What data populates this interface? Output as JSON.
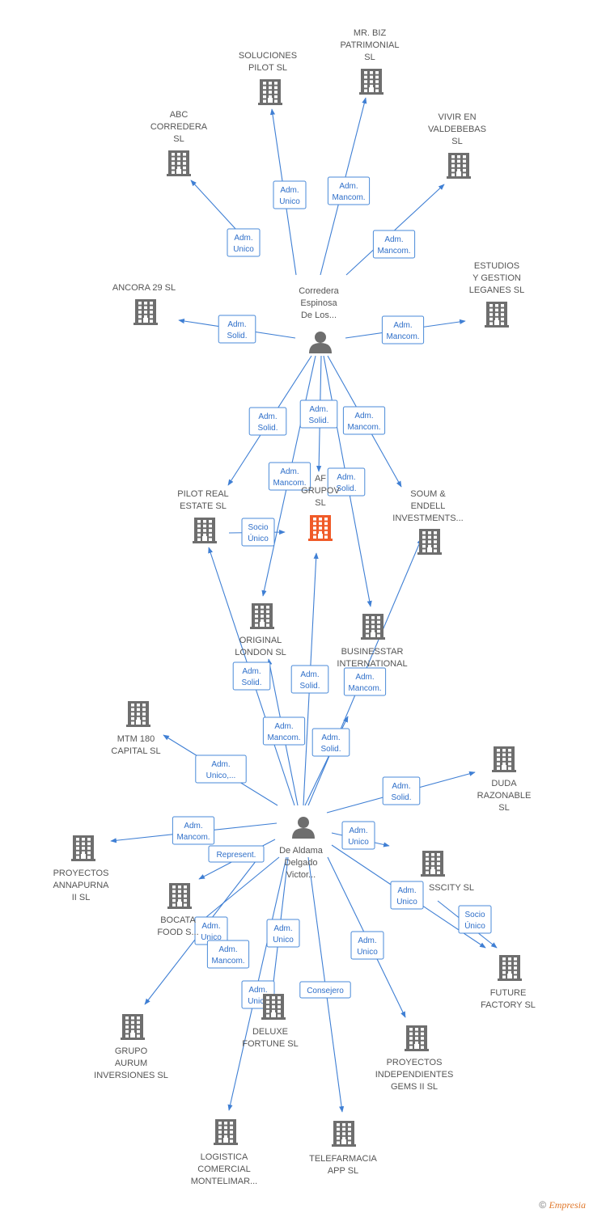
{
  "colors": {
    "company": "#6e6e6e",
    "focus": "#f05a28",
    "person": "#6e6e6e",
    "edge": "#3f7fd4"
  },
  "nodes": [
    {
      "id": "soluciones",
      "lines": [
        "SOLUCIONES",
        "PILOT SL"
      ],
      "type": "company"
    },
    {
      "id": "mrbiz",
      "lines": [
        "MR.  BIZ",
        "PATRIMONIAL",
        "SL"
      ],
      "type": "company"
    },
    {
      "id": "abc",
      "lines": [
        "ABC",
        "CORREDERA",
        "SL"
      ],
      "type": "company"
    },
    {
      "id": "vivir",
      "lines": [
        "VIVIR EN",
        "VALDEBEBAS",
        "SL"
      ],
      "type": "company"
    },
    {
      "id": "ancora",
      "lines": [
        "ANCORA 29  SL"
      ],
      "type": "company"
    },
    {
      "id": "estudios",
      "lines": [
        "ESTUDIOS",
        "Y GESTION",
        "LEGANES  SL"
      ],
      "type": "company"
    },
    {
      "id": "corredera",
      "lines": [
        "Corredera",
        "Espinosa",
        "De Los..."
      ],
      "type": "person"
    },
    {
      "id": "pilotreal",
      "lines": [
        "PILOT REAL",
        "ESTATE  SL"
      ],
      "type": "company"
    },
    {
      "id": "focus",
      "lines": [
        "AF",
        "GRUPOV",
        "SL"
      ],
      "type": "focus"
    },
    {
      "id": "soum",
      "lines": [
        "SOUM &",
        "ENDELL",
        "INVESTMENTS..."
      ],
      "type": "company"
    },
    {
      "id": "original",
      "lines": [
        "ORIGINAL",
        "LONDON  SL"
      ],
      "type": "company"
    },
    {
      "id": "businesstar",
      "lines": [
        "BUSINESSTAR",
        "INTERNATIONAL"
      ],
      "type": "company"
    },
    {
      "id": "mtm",
      "lines": [
        "MTM 180",
        "CAPITAL  SL"
      ],
      "type": "company"
    },
    {
      "id": "duda",
      "lines": [
        "DUDA",
        "RAZONABLE",
        "SL"
      ],
      "type": "company"
    },
    {
      "id": "aldama",
      "lines": [
        "De Aldama",
        "Delgado",
        "Victor..."
      ],
      "type": "person"
    },
    {
      "id": "annapurna",
      "lines": [
        "PROYECTOS",
        "ANNAPURNA",
        "II  SL"
      ],
      "type": "company"
    },
    {
      "id": "sscity",
      "lines": [
        "SSCITY SL"
      ],
      "type": "company"
    },
    {
      "id": "bocata",
      "lines": [
        "BOCATA",
        "FOOD S..."
      ],
      "type": "company"
    },
    {
      "id": "future",
      "lines": [
        "FUTURE",
        "FACTORY  SL"
      ],
      "type": "company"
    },
    {
      "id": "deluxe",
      "lines": [
        "DELUXE",
        "FORTUNE SL"
      ],
      "type": "company"
    },
    {
      "id": "aurum",
      "lines": [
        "GRUPO",
        "AURUM",
        "INVERSIONES SL"
      ],
      "type": "company"
    },
    {
      "id": "gems",
      "lines": [
        "PROYECTOS",
        "INDEPENDIENTES",
        "GEMS II  SL"
      ],
      "type": "company"
    },
    {
      "id": "logistica",
      "lines": [
        "LOGISTICA",
        "COMERCIAL",
        "MONTELIMAR..."
      ],
      "type": "company"
    },
    {
      "id": "telefarmacia",
      "lines": [
        "TELEFARMACIA",
        "APP  SL"
      ],
      "type": "company"
    }
  ],
  "edges": [
    {
      "from": "corredera",
      "to": "abc",
      "lines": [
        "Adm.",
        "Unico"
      ]
    },
    {
      "from": "corredera",
      "to": "soluciones",
      "lines": [
        "Adm.",
        "Unico"
      ]
    },
    {
      "from": "corredera",
      "to": "mrbiz",
      "lines": [
        "Adm.",
        "Mancom."
      ]
    },
    {
      "from": "corredera",
      "to": "vivir",
      "lines": [
        "Adm.",
        "Mancom."
      ]
    },
    {
      "from": "corredera",
      "to": "ancora",
      "lines": [
        "Adm.",
        "Solid."
      ]
    },
    {
      "from": "corredera",
      "to": "estudios",
      "lines": [
        "Adm.",
        "Mancom."
      ]
    },
    {
      "from": "corredera",
      "to": "pilotreal",
      "lines": [
        "Adm.",
        "Solid."
      ]
    },
    {
      "from": "corredera",
      "to": "focus",
      "lines": [
        "Adm.",
        "Solid."
      ]
    },
    {
      "from": "corredera",
      "to": "soum",
      "lines": [
        "Adm.",
        "Mancom."
      ]
    },
    {
      "from": "corredera",
      "to": "original",
      "lines": [
        "Adm.",
        "Mancom."
      ]
    },
    {
      "from": "corredera",
      "to": "businesstar",
      "lines": [
        "Adm.",
        "Solid."
      ]
    },
    {
      "from": "pilotreal",
      "to": "focus",
      "lines": [
        "Socio",
        "Único"
      ]
    },
    {
      "from": "aldama",
      "to": "pilotreal",
      "lines": [
        "Adm.",
        "Solid."
      ]
    },
    {
      "from": "aldama",
      "to": "focus",
      "lines": [
        "Adm.",
        "Solid."
      ]
    },
    {
      "from": "aldama",
      "to": "soum",
      "lines": [
        "Adm.",
        "Mancom."
      ]
    },
    {
      "from": "aldama",
      "to": "original",
      "lines": [
        "Adm.",
        "Mancom."
      ]
    },
    {
      "from": "aldama",
      "to": "businesstar",
      "lines": [
        "Adm.",
        "Solid."
      ]
    },
    {
      "from": "aldama",
      "to": "mtm",
      "lines": [
        "Adm.",
        "Unico,..."
      ]
    },
    {
      "from": "aldama",
      "to": "duda",
      "lines": [
        "Adm.",
        "Solid."
      ]
    },
    {
      "from": "aldama",
      "to": "annapurna",
      "lines": [
        "Adm.",
        "Mancom."
      ]
    },
    {
      "from": "aldama",
      "to": "bocata",
      "lines": [
        "Represent."
      ]
    },
    {
      "from": "aldama",
      "to": "sscity",
      "lines": [
        "Adm.",
        "Unico"
      ]
    },
    {
      "from": "aldama",
      "to": "future",
      "lines": [
        "Adm.",
        "Unico"
      ]
    },
    {
      "from": "sscity",
      "to": "future",
      "lines": [
        "Socio",
        "Único"
      ]
    },
    {
      "from": "aldama",
      "to": "aurum",
      "lines": [
        "Adm.",
        "Unico"
      ]
    },
    {
      "from": "aldama",
      "to": "aurum",
      "lines": [
        "Adm.",
        "Mancom."
      ]
    },
    {
      "from": "aldama",
      "to": "deluxe",
      "lines": [
        "Adm.",
        "Unico"
      ]
    },
    {
      "from": "aldama",
      "to": "logistica",
      "lines": [
        "Adm.",
        "Unico"
      ]
    },
    {
      "from": "aldama",
      "to": "telefarmacia",
      "lines": [
        "Consejero"
      ]
    },
    {
      "from": "aldama",
      "to": "gems",
      "lines": [
        "Adm.",
        "Unico"
      ]
    }
  ],
  "footer": {
    "copyright": "©",
    "brand": "Empresia"
  }
}
